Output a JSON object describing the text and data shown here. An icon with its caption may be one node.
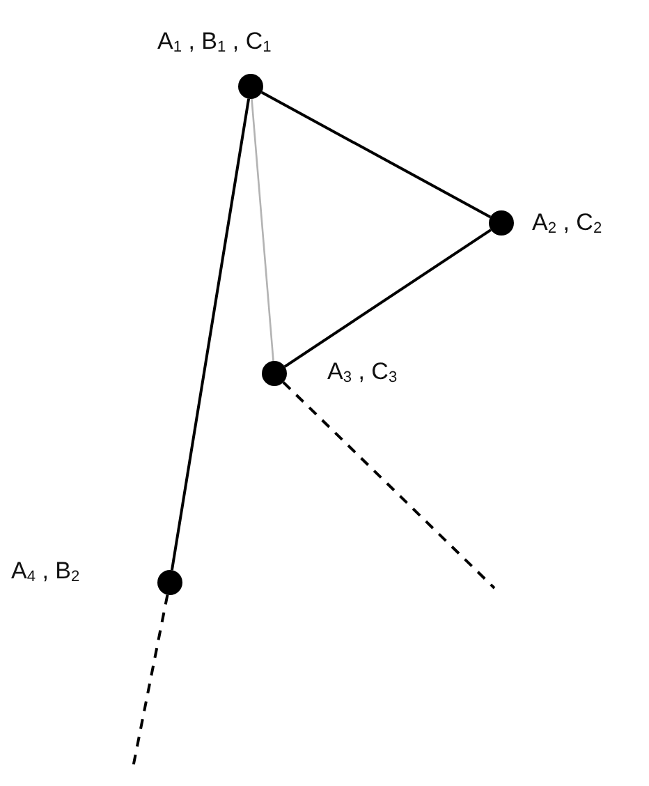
{
  "diagram": {
    "nodes": [
      {
        "text": [],
        "shape": "circle",
        "beside": [
          "A$_{1}$ , B$_{1}$ , C$_{1}$"
        ]
      },
      {
        "text": [],
        "shape": "circle",
        "beside": [
          "A$_{2}$ , C$_{2}$"
        ]
      },
      {
        "text": [],
        "shape": "circle",
        "beside": [
          "A$_{3}$ , C$_{3}$"
        ]
      },
      {
        "text": [],
        "shape": "circle",
        "beside": [
          "A$_{4}$ , B$_{2}$"
        ]
      }
    ],
    "edges": [
      {
        "from": 0,
        "to": 1,
        "arrow": "none"
      },
      {
        "from": 1,
        "to": 2,
        "arrow": "none"
      },
      {
        "from": 0,
        "to": 2,
        "arrow": "none",
        "color": "#b3b3b3"
      },
      {
        "from": 0,
        "to": 3,
        "arrow": "none"
      },
      {
        "from": 3,
        "to": null,
        "arrow": "none",
        "style": "dashed"
      },
      {
        "from": 2,
        "to": null,
        "arrow": "none",
        "style": "dashed"
      }
    ]
  }
}
